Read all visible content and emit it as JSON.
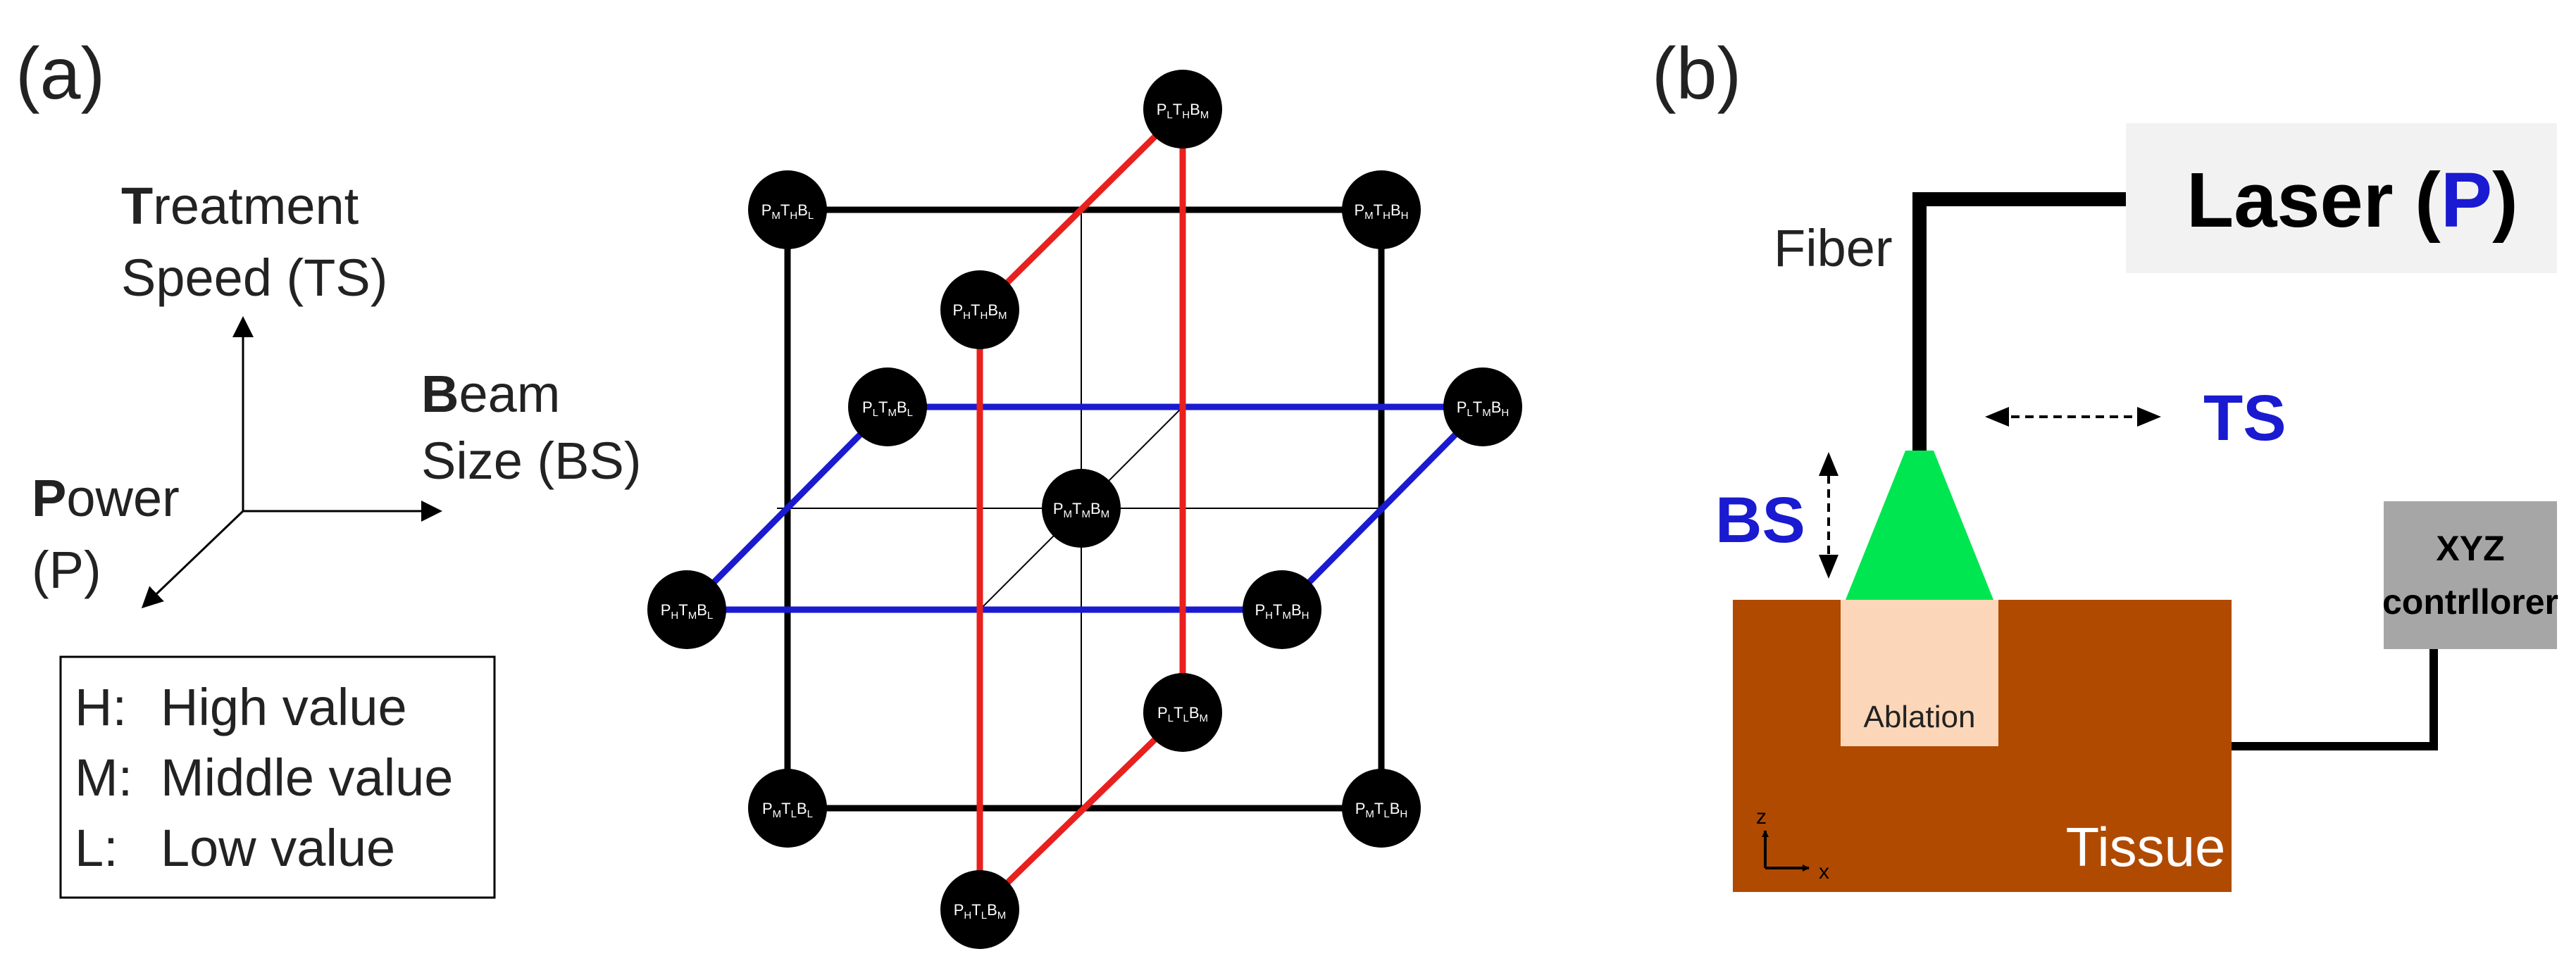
{
  "panel_a": {
    "label": "(a)",
    "axes": {
      "treatment": {
        "bold_letter": "T",
        "rest": "reatment",
        "line2": "Speed (TS)"
      },
      "beam": {
        "bold_letter": "B",
        "rest": "eam",
        "line2": "Size (BS)"
      },
      "power": {
        "bold_letter": "P",
        "rest": "ower",
        "line2": "(P)"
      }
    },
    "legend": [
      {
        "key": "H:",
        "text": "High value"
      },
      {
        "key": "M:",
        "text": "Middle value"
      },
      {
        "key": "L:",
        "text": "Low value"
      }
    ],
    "colors": {
      "red": "#e8201e",
      "blue": "#1a1ad0",
      "black": "#000000"
    },
    "nodes": {
      "plthbm": {
        "P": "L",
        "T": "H",
        "B": "M"
      },
      "pmthbl": {
        "P": "M",
        "T": "H",
        "B": "L"
      },
      "pmthbh": {
        "P": "M",
        "T": "H",
        "B": "H"
      },
      "phthbm": {
        "P": "H",
        "T": "H",
        "B": "M"
      },
      "pltmbl": {
        "P": "L",
        "T": "M",
        "B": "L"
      },
      "pltmbh": {
        "P": "L",
        "T": "M",
        "B": "H"
      },
      "pmtmbm": {
        "P": "M",
        "T": "M",
        "B": "M"
      },
      "phtmbl": {
        "P": "H",
        "T": "M",
        "B": "L"
      },
      "phtmbh": {
        "P": "H",
        "T": "M",
        "B": "H"
      },
      "pltlbm": {
        "P": "L",
        "T": "L",
        "B": "M"
      },
      "pmtlbl": {
        "P": "M",
        "T": "L",
        "B": "L"
      },
      "pmtlbh": {
        "P": "M",
        "T": "L",
        "B": "H"
      },
      "phtlbm": {
        "P": "H",
        "T": "L",
        "B": "M"
      }
    }
  },
  "panel_b": {
    "label": "(b)",
    "fiber": "Fiber",
    "laser": {
      "word": "Laser",
      "open": " (",
      "p": "P",
      "close": ")"
    },
    "ts": "TS",
    "bs": "BS",
    "xyz_line1": "XYZ",
    "xyz_line2": "contrllorer",
    "ablation": "Ablation",
    "tissue": "Tissue",
    "axis_z": "z",
    "axis_x": "x",
    "colors": {
      "tissue": "#b04a00",
      "ablation": "#fcd6b8",
      "beam": "#00e650",
      "laser_box": "#f2f2f2",
      "controller": "#a6a6a6",
      "accent": "#1a1ad0"
    }
  }
}
